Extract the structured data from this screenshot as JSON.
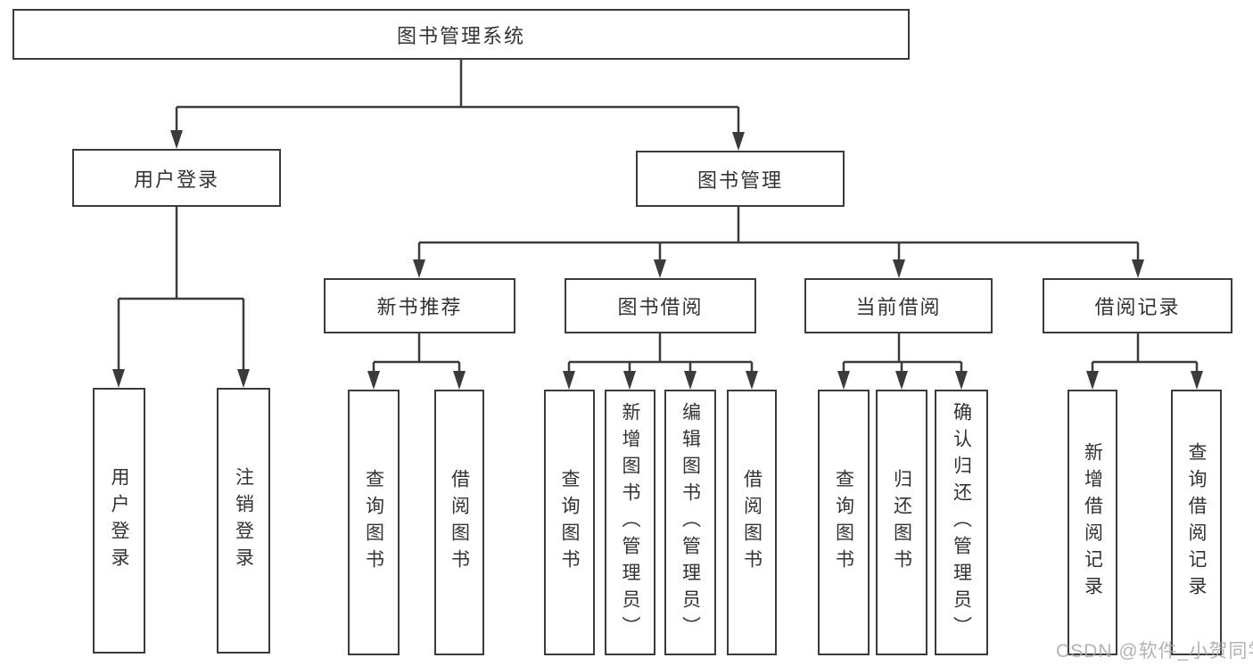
{
  "diagram": {
    "title": "图书管理系统",
    "type": "function-decomposition-tree"
  },
  "tree": {
    "root": {
      "label": "图书管理系统"
    },
    "children": [
      {
        "label": "用户登录",
        "children": [
          {
            "label": "用户登录"
          },
          {
            "label": "注销登录"
          }
        ]
      },
      {
        "label": "图书管理",
        "children": [
          {
            "label": "新书推荐",
            "children": [
              {
                "label": "查询图书"
              },
              {
                "label": "借阅图书"
              }
            ]
          },
          {
            "label": "图书借阅",
            "children": [
              {
                "label": "查询图书"
              },
              {
                "label": "新增图书（管理员）"
              },
              {
                "label": "编辑图书（管理员）"
              },
              {
                "label": "借阅图书"
              }
            ]
          },
          {
            "label": "当前借阅",
            "children": [
              {
                "label": "查询图书"
              },
              {
                "label": "归还图书"
              },
              {
                "label": "确认归还（管理员）"
              }
            ]
          },
          {
            "label": "借阅记录",
            "children": [
              {
                "label": "新增借阅记录"
              },
              {
                "label": "查询借阅记录"
              }
            ]
          }
        ]
      }
    ]
  },
  "watermark": "CSDN @软件_小贺同学",
  "colors": {
    "line": "#3b3b3b",
    "box_border": "#3b3b3b",
    "text": "#333333",
    "watermark": "#a6a6a6",
    "background": "#ffffff"
  }
}
